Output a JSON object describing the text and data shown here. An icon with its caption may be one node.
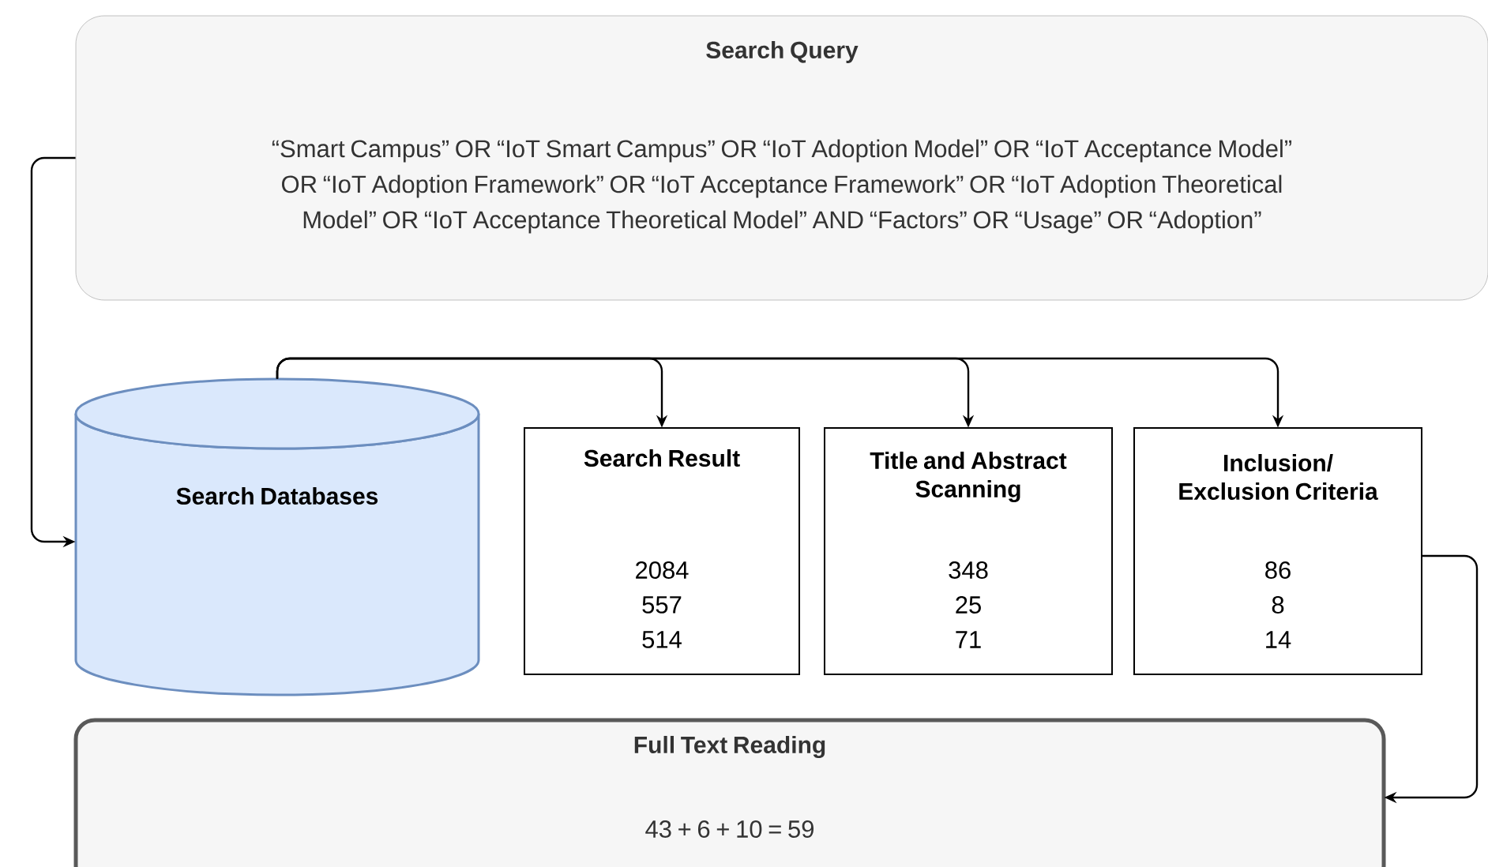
{
  "diagram": {
    "nodes": [
      {
        "text": [
          "Search Query",
          "“Smart Campus” OR “IoT Smart Campus” OR “IoT Adoption Model” OR “IoT Acceptance Model” OR “IoT Adoption Framework” OR “IoT Acceptance Framework” OR “IoT Adoption Theoretical Model” OR “IoT Acceptance Theoretical Model” AND “Factors” OR “Usage” OR “Adoption”"
        ]
      },
      {
        "text": [
          "Search Databases"
        ]
      },
      {
        "text": [
          "Search Result",
          "2084",
          "557",
          "514"
        ]
      },
      {
        "text": [
          "Title and Abstract Scanning",
          "348",
          "25",
          "71"
        ]
      },
      {
        "text": [
          "Inclusion/ Exclusion Criteria",
          "86",
          "8",
          "14"
        ]
      },
      {
        "text": [
          "Full Text Reading",
          "43 + 6 + 10 = 59"
        ]
      }
    ],
    "edges": [
      {
        "from": 0,
        "to": 1,
        "arrow": "to"
      },
      {
        "from": 1,
        "to": 2,
        "arrow": "to"
      },
      {
        "from": 1,
        "to": 3,
        "arrow": "to"
      },
      {
        "from": 1,
        "to": 4,
        "arrow": "to"
      },
      {
        "from": 4,
        "to": 5,
        "arrow": "to"
      }
    ]
  }
}
